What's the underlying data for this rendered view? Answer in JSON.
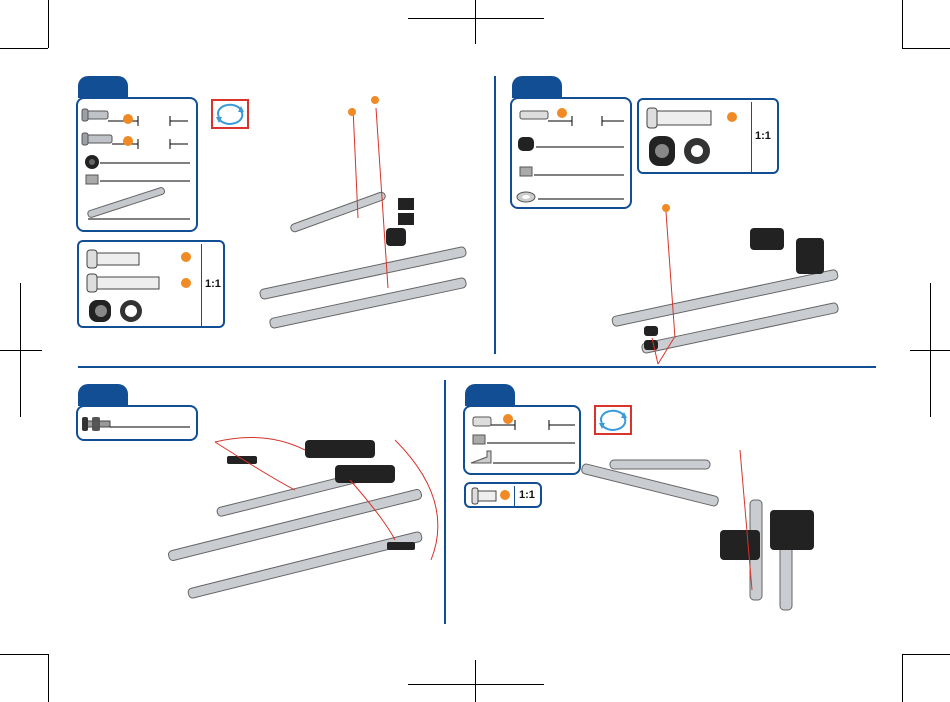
{
  "steps": [
    {
      "id": "top-left",
      "ratio_label": "1:1"
    },
    {
      "id": "top-right",
      "ratio_label": "1:1"
    },
    {
      "id": "bottom-left"
    },
    {
      "id": "bottom-right",
      "ratio_label": "1:1"
    }
  ],
  "colors": {
    "accent_blue": "#114e94",
    "arrow_red": "#d9332b",
    "part_orange": "#f08a24",
    "rotate_blue": "#3b9bd8"
  },
  "icons": [
    "rotate-model-icon",
    "screw-icon",
    "nut-icon",
    "strip-icon",
    "washer-icon",
    "bracket-icon",
    "axle-icon"
  ]
}
